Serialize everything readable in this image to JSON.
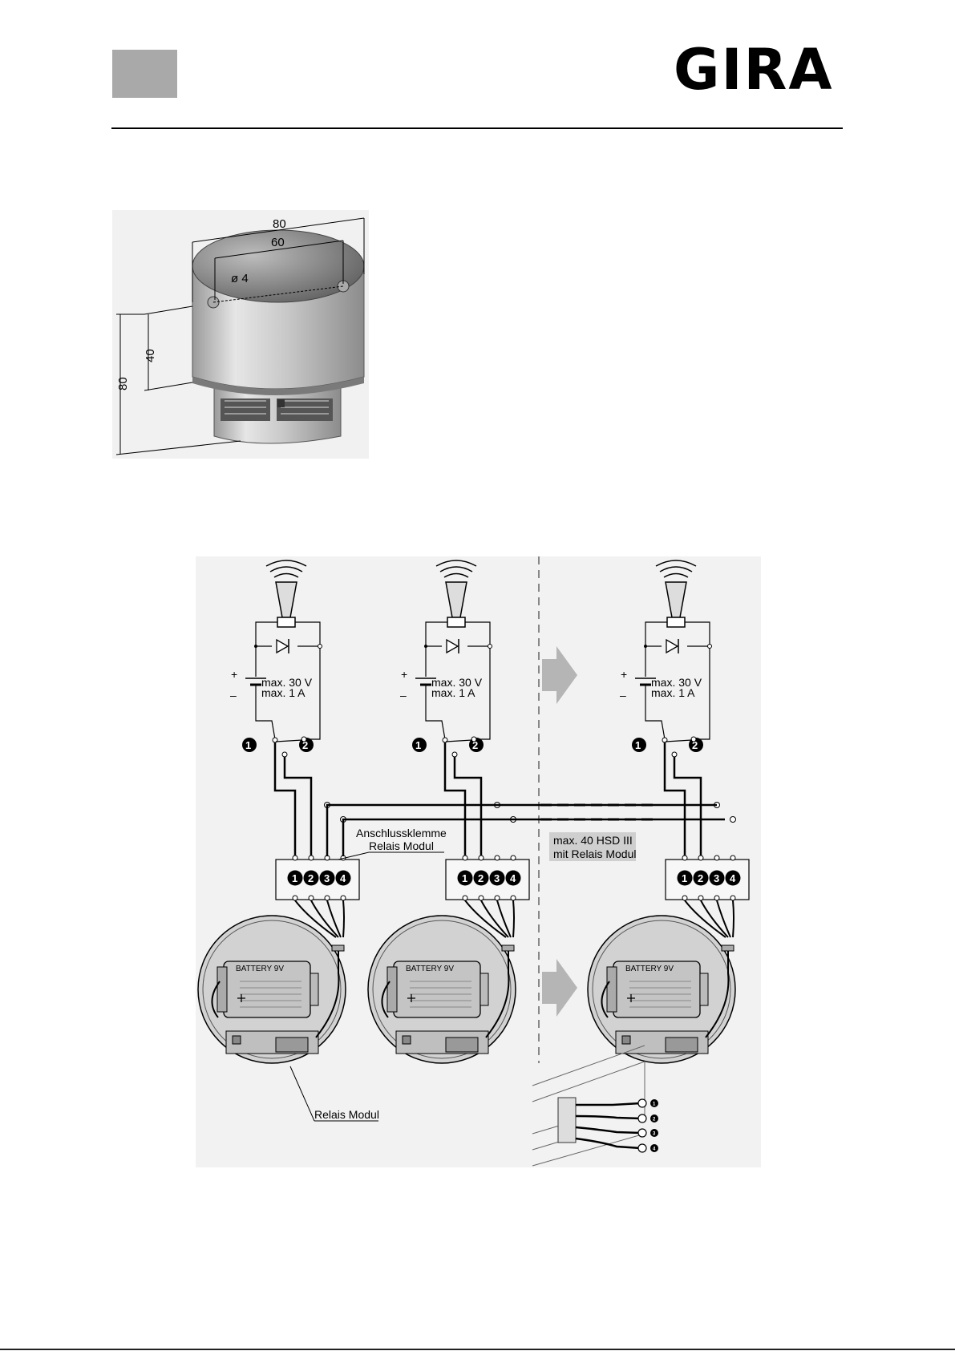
{
  "header": {
    "logo": "GIRA"
  },
  "dimensions": {
    "width_outer": "80",
    "width_inner": "60",
    "hole_diameter": "ø 4",
    "height_body": "40",
    "height_total": "80"
  },
  "labels": {
    "supply": [
      "max. 30 V",
      "max. 1 A"
    ],
    "plus": "+",
    "minus": "–",
    "terminal_block": [
      "Anschlussklemme",
      "Relais Modul"
    ],
    "max_devices": [
      "max. 40 HSD III",
      "mit Relais Modul"
    ],
    "relay_module": "Relais Modul",
    "battery": "BATTERY 9V"
  },
  "terminals": [
    "1",
    "2",
    "3",
    "4"
  ]
}
